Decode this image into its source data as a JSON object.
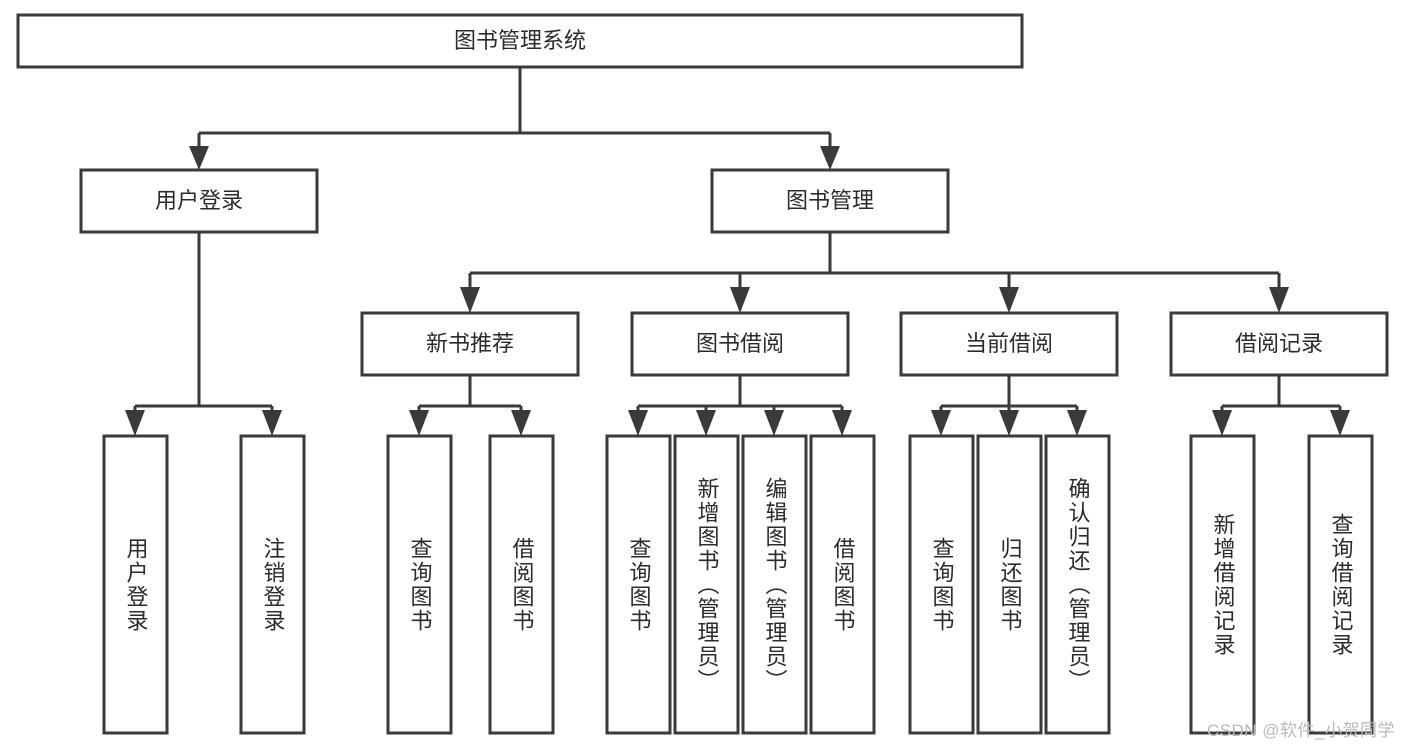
{
  "diagram": {
    "type": "tree-hierarchy-flowchart",
    "title_node": "图书管理系统",
    "background_color": "#ffffff",
    "line_color": "#3a3a3a",
    "text_color": "#2b2b2b",
    "levels": [
      {
        "level": 0,
        "nodes": [
          {
            "id": "root",
            "label": "图书管理系统",
            "orientation": "horizontal"
          }
        ]
      },
      {
        "level": 1,
        "nodes": [
          {
            "id": "login",
            "label": "用户登录",
            "orientation": "horizontal",
            "parent": "root"
          },
          {
            "id": "bookmgmt",
            "label": "图书管理",
            "orientation": "horizontal",
            "parent": "root"
          }
        ]
      },
      {
        "level": 2,
        "nodes": [
          {
            "id": "newbook",
            "label": "新书推荐",
            "orientation": "horizontal",
            "parent": "bookmgmt"
          },
          {
            "id": "borrow",
            "label": "图书借阅",
            "orientation": "horizontal",
            "parent": "bookmgmt"
          },
          {
            "id": "current",
            "label": "当前借阅",
            "orientation": "horizontal",
            "parent": "bookmgmt"
          },
          {
            "id": "record",
            "label": "借阅记录",
            "orientation": "horizontal",
            "parent": "bookmgmt"
          }
        ]
      },
      {
        "level": 3,
        "nodes": [
          {
            "id": "leaf1",
            "label": "用户登录",
            "orientation": "vertical",
            "parent": "login"
          },
          {
            "id": "leaf2",
            "label": "注销登录",
            "orientation": "vertical",
            "parent": "login"
          },
          {
            "id": "leaf3",
            "label": "查询图书",
            "orientation": "vertical",
            "parent": "newbook"
          },
          {
            "id": "leaf4",
            "label": "借阅图书",
            "orientation": "vertical",
            "parent": "newbook"
          },
          {
            "id": "leaf5",
            "label": "查询图书",
            "orientation": "vertical",
            "parent": "borrow"
          },
          {
            "id": "leaf6",
            "label": "新增图书（管理员）",
            "orientation": "vertical",
            "parent": "borrow"
          },
          {
            "id": "leaf7",
            "label": "编辑图书（管理员）",
            "orientation": "vertical",
            "parent": "borrow"
          },
          {
            "id": "leaf8",
            "label": "借阅图书",
            "orientation": "vertical",
            "parent": "borrow"
          },
          {
            "id": "leaf9",
            "label": "查询图书",
            "orientation": "vertical",
            "parent": "current"
          },
          {
            "id": "leaf10",
            "label": "归还图书",
            "orientation": "vertical",
            "parent": "current"
          },
          {
            "id": "leaf11",
            "label": "确认归还（管理员）",
            "orientation": "vertical",
            "parent": "current"
          },
          {
            "id": "leaf12",
            "label": "新增借阅记录",
            "orientation": "vertical",
            "parent": "record"
          },
          {
            "id": "leaf13",
            "label": "查询借阅记录",
            "orientation": "vertical",
            "parent": "record"
          }
        ]
      }
    ]
  },
  "watermark": {
    "text": "CSDN @软件_小贺同学"
  }
}
